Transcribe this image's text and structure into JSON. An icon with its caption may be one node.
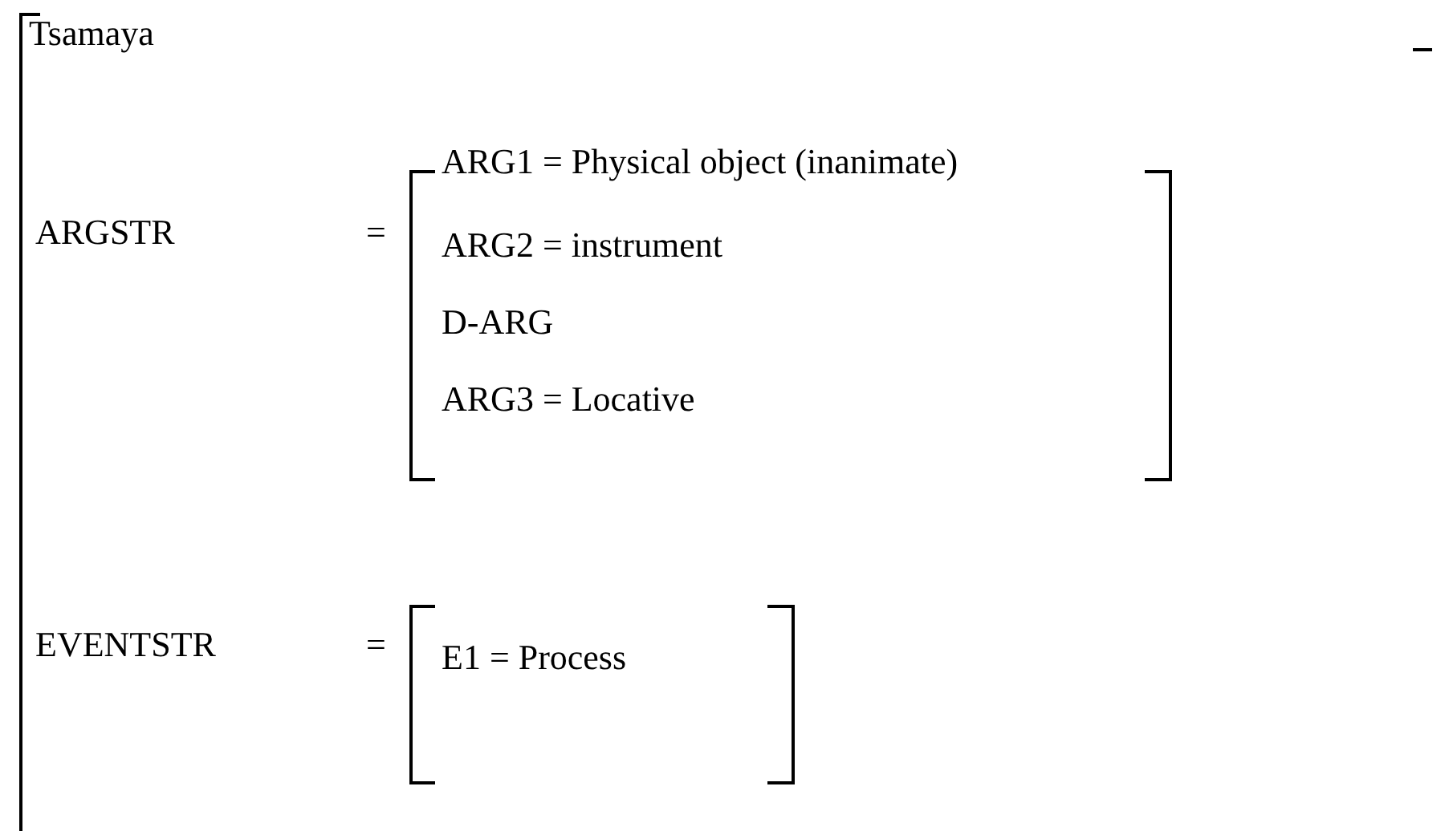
{
  "diagram": {
    "nodes": [
      {
        "text": [
          "Tsamaya"
        ]
      },
      {
        "text": [
          "ARG1 = Physical object (inanimate)",
          "ARG2 = instrument",
          "D-ARG",
          "ARG3 = Locative"
        ],
        "in": 0
      },
      {
        "text": [
          "E1 = Process"
        ],
        "in": 0
      }
    ],
    "labels": [
      "ARGSTR",
      "=",
      "EVENTSTR",
      "="
    ]
  }
}
